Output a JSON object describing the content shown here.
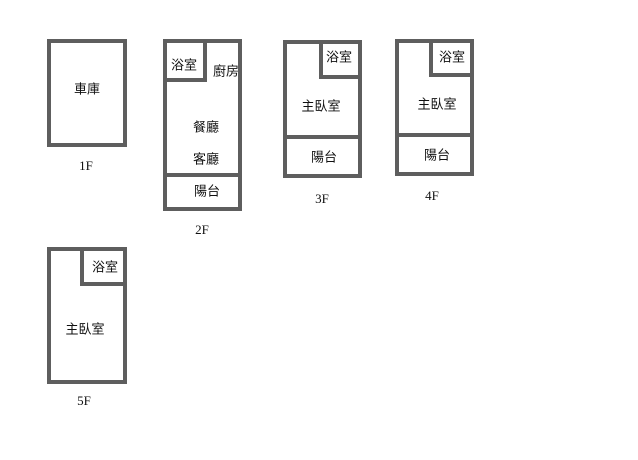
{
  "floors": [
    {
      "label": "1F",
      "rooms": [
        "車庫"
      ]
    },
    {
      "label": "2F",
      "rooms": [
        "浴室",
        "廚房",
        "餐廳",
        "客廳",
        "陽台"
      ]
    },
    {
      "label": "3F",
      "rooms": [
        "浴室",
        "主臥室",
        "陽台"
      ]
    },
    {
      "label": "4F",
      "rooms": [
        "浴室",
        "主臥室",
        "陽台"
      ]
    },
    {
      "label": "5F",
      "rooms": [
        "浴室",
        "主臥室"
      ]
    }
  ],
  "colors": {
    "wall": "#5e5e5e"
  }
}
